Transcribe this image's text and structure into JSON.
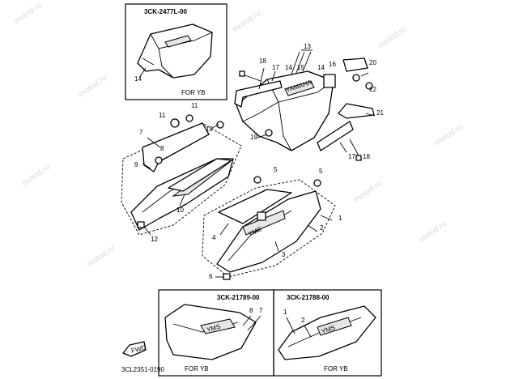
{
  "watermark": "motod.ru",
  "drawing_code": "3CL2351-0190",
  "fwd_label": "FWD",
  "insets": {
    "top": {
      "code": "3CK-2477L-00",
      "note": "FOR YB",
      "callout": "14"
    },
    "bottom_left": {
      "code": "3CK-21789-00",
      "note": "FOR YB",
      "callouts": [
        "8",
        "7"
      ]
    },
    "bottom_right": {
      "code": "3CK-21788-00",
      "note": "FOR YB",
      "callouts": [
        "1",
        "2"
      ]
    }
  },
  "callouts": [
    "1",
    "2",
    "3",
    "4",
    "5",
    "5",
    "6",
    "7",
    "8",
    "9",
    "10",
    "11",
    "11",
    "12",
    "13",
    "14",
    "14",
    "15",
    "16",
    "17",
    "17",
    "18",
    "18",
    "19",
    "19",
    "20",
    "21",
    "22"
  ],
  "decals": {
    "cowl": "YAMAHA",
    "side": "YMS"
  }
}
